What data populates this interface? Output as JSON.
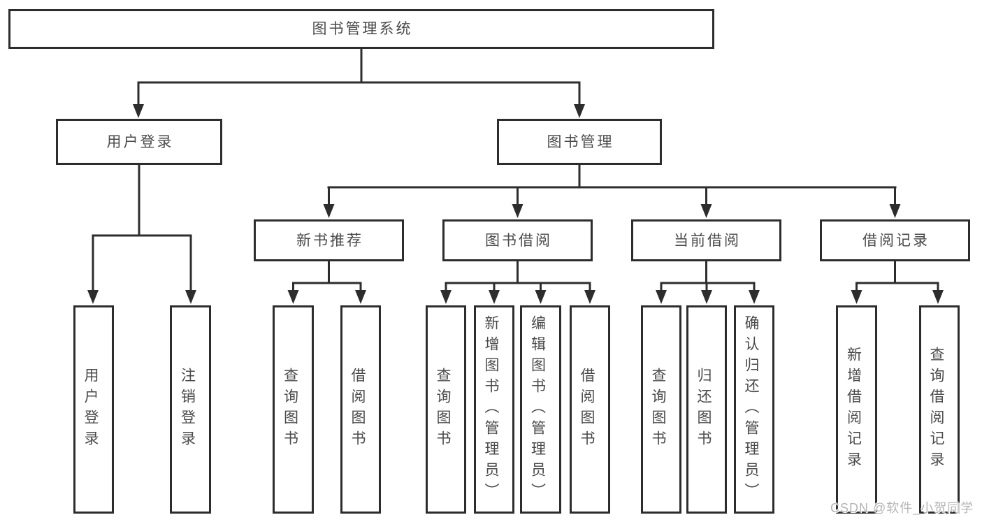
{
  "colors": {
    "line": "#2d2d2d",
    "text": "#4a4a4a",
    "watermark": "#b5b5b5",
    "background": "#ffffff"
  },
  "watermark": {
    "text": "CSDN @软件_小贺同学"
  },
  "tree": {
    "root": {
      "label": "图书管理系统"
    },
    "children": [
      {
        "label": "用户登录",
        "children": [
          {
            "label": "用户登录"
          },
          {
            "label": "注销登录"
          }
        ]
      },
      {
        "label": "图书管理",
        "children": [
          {
            "label": "新书推荐",
            "children": [
              {
                "label": "查询图书"
              },
              {
                "label": "借阅图书"
              }
            ]
          },
          {
            "label": "图书借阅",
            "children": [
              {
                "label": "查询图书"
              },
              {
                "label": "新增图书（管理员）"
              },
              {
                "label": "编辑图书（管理员）"
              },
              {
                "label": "借阅图书"
              }
            ]
          },
          {
            "label": "当前借阅",
            "children": [
              {
                "label": "查询图书"
              },
              {
                "label": "归还图书"
              },
              {
                "label": "确认归还（管理员）"
              }
            ]
          },
          {
            "label": "借阅记录",
            "children": [
              {
                "label": "新增借阅记录"
              },
              {
                "label": "查询借阅记录"
              }
            ]
          }
        ]
      }
    ]
  }
}
